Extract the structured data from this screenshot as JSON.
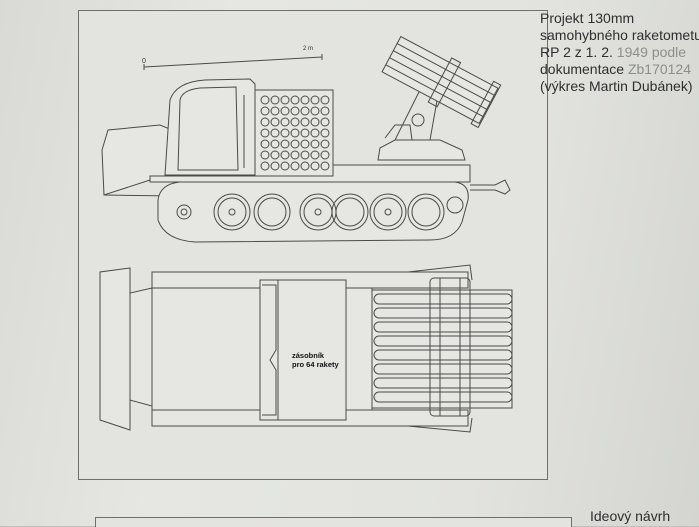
{
  "caption": {
    "line1": "Projekt 130mm",
    "line2": "samohybného raketometu",
    "line3a": "RP 2 z 1. 2. ",
    "line3b": "1949 podle",
    "line4a": "dokumentace ",
    "line4b": "Zb170124",
    "line5": "(výkres Martin Dubánek)"
  },
  "drawing": {
    "scale_label": "2 m",
    "scale_zero": "0",
    "magazine_label_1": "zásobník",
    "magazine_label_2": "pro 64 rakety"
  },
  "next_section": {
    "title": "Ideový návrh"
  }
}
